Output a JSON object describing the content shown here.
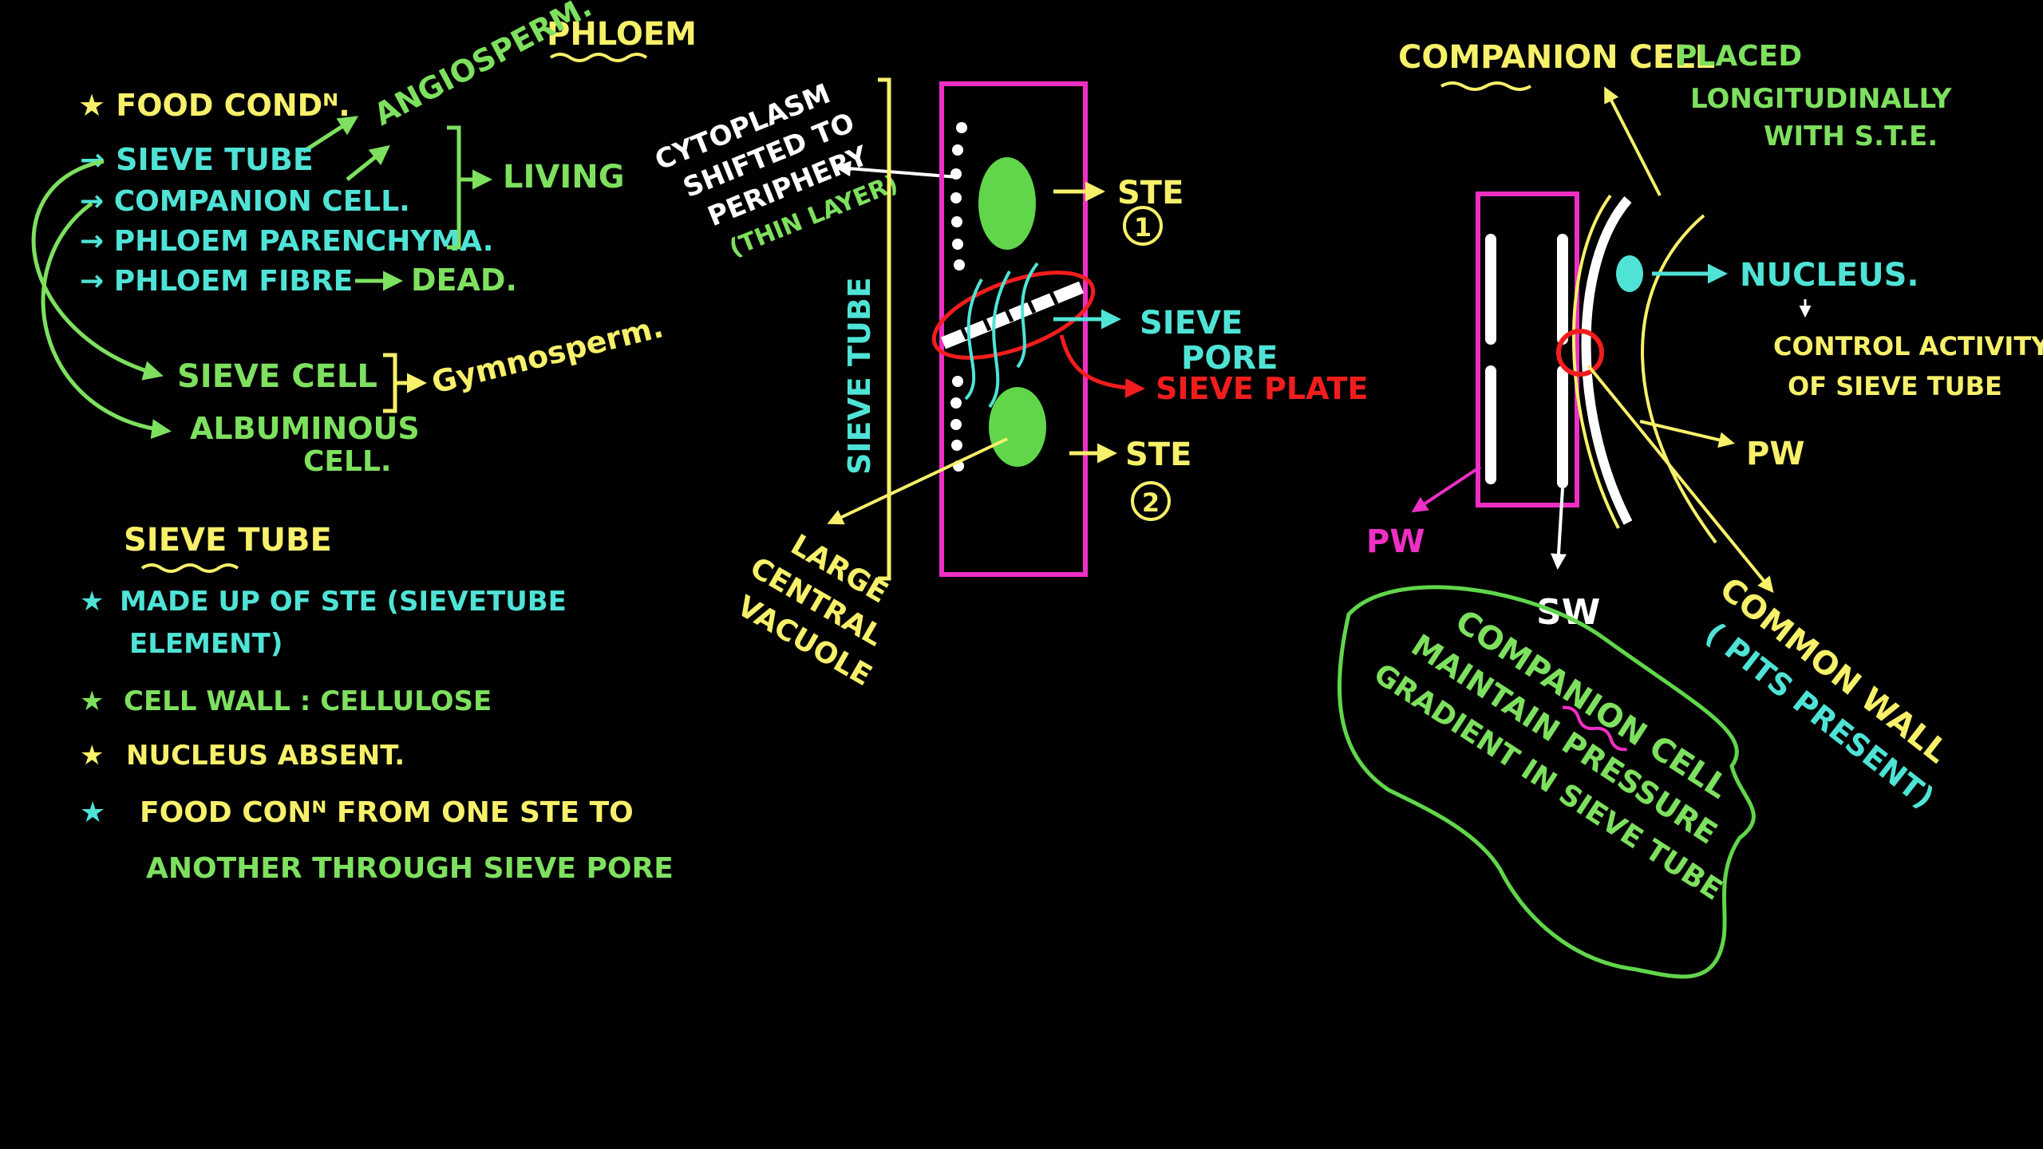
{
  "colors": {
    "yellow": "#f7f06a",
    "green": "#7ee05f",
    "cyan": "#4fe3d6",
    "magenta": "#ee2fc4",
    "red": "#f11d1d",
    "white": "#ffffff",
    "bright_green": "#61d64b"
  },
  "left": {
    "phloem": "PHLOEM",
    "food_cond": "★ FOOD CONDᴺ.",
    "angiosperm": "ANGIOSPERM.",
    "items": [
      "→ SIEVE TUBE",
      "→ COMPANION CELL.",
      "→ PHLOEM PARENCHYMA.",
      "→ PHLOEM FIBRE"
    ],
    "living": "LIVING",
    "dead": "DEAD.",
    "sieve_cell": "SIEVE CELL",
    "albuminous_1": "ALBUMINOUS",
    "albuminous_2": "CELL.",
    "gymnosperm": "Gymnosperm.",
    "sievetube_heading": "SIEVE TUBE",
    "points": [
      {
        "star": "★",
        "line1": "MADE UP OF STE (SIEVETUBE",
        "line2": "ELEMENT)"
      },
      {
        "star": "★",
        "line1": "CELL WALL : CELLULOSE",
        "line2": ""
      },
      {
        "star": "★",
        "line1": "NUCLEUS ABSENT.",
        "line2": ""
      },
      {
        "star": "★",
        "line1": "FOOD CONᴺ FROM ONE STE TO",
        "line2": "ANOTHER THROUGH SIEVE PORE"
      }
    ]
  },
  "middle": {
    "cytoplasm_lines": [
      "CYTOPLASM",
      "SHIFTED TO",
      "PERIPHERY"
    ],
    "thin_layer": "(THIN LAYER)",
    "sieve_tube_vertical": "SIEVE TUBE",
    "ste1_label": "STE",
    "ste1_num": "1",
    "ste2_label": "STE",
    "ste2_num": "2",
    "sieve_pore_1": "SIEVE",
    "sieve_pore_2": "PORE",
    "sieve_plate": "SIEVE PLATE",
    "vacuole_lines": [
      "LARGE",
      "CENTRAL",
      "VACUOLE"
    ]
  },
  "right": {
    "companion_title": "COMPANION CELL",
    "placed": "PLACED",
    "longitudinally": "LONGITUDINALLY",
    "with_ste": "WITH S.T.E.",
    "nucleus": "NUCLEUS.",
    "control_1": "CONTROL ACTIVITY",
    "control_2": "OF SIEVE TUBE",
    "pw_right": "PW",
    "pw_left": "PW",
    "sw": "SW",
    "common_wall": "COMMON WALL",
    "pits_present": "( PITS PRESENT)",
    "blob_line1": "COMPANION CELL",
    "blob_line2": "MAINTAIN PRESSURE",
    "blob_line3": "GRADIENT IN SIEVE TUBE"
  }
}
